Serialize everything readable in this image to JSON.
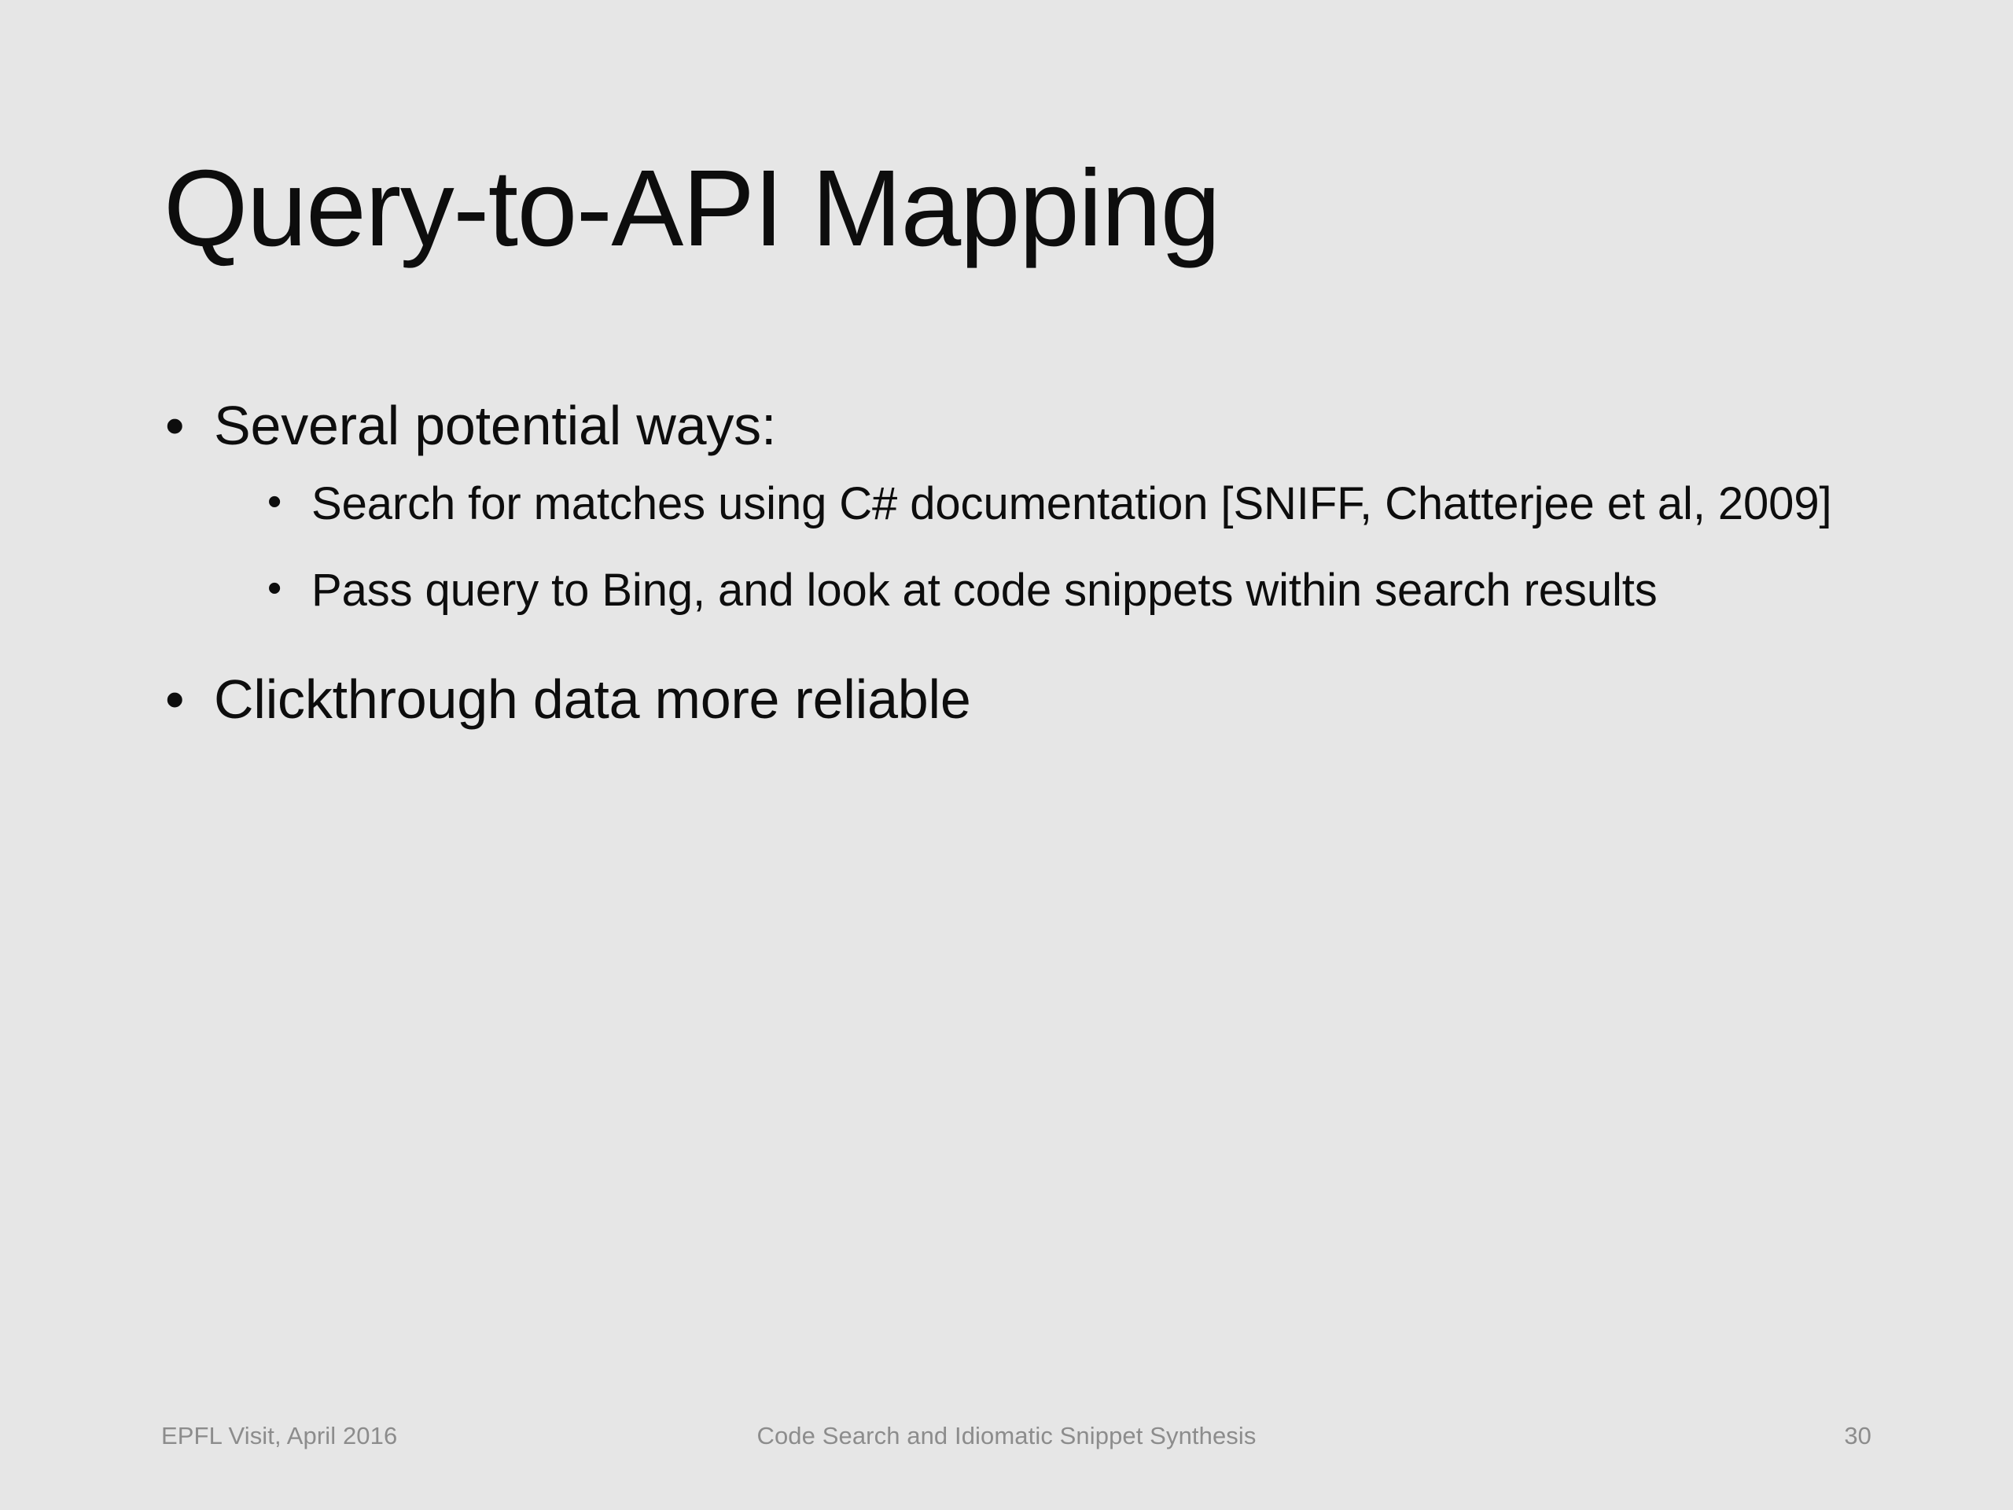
{
  "slide": {
    "title": "Query-to-API Mapping",
    "background_color": "#e6e6e6",
    "text_color": "#0d0d0d",
    "footer_color": "#8c8c8c",
    "bullet_marker": "•",
    "content": [
      {
        "level": 1,
        "text": "Several potential ways:",
        "children": [
          {
            "level": 2,
            "text": "Search for matches using C# documentation [SNIFF, Chatterjee et al, 2009]"
          },
          {
            "level": 2,
            "text": "Pass query to Bing, and look at code snippets within search results"
          }
        ]
      },
      {
        "level": 1,
        "text": "Clickthrough data more reliable",
        "children": []
      }
    ]
  },
  "footer": {
    "left": "EPFL Visit, April 2016",
    "center": "Code Search and Idiomatic Snippet Synthesis",
    "slide_number": "30"
  }
}
